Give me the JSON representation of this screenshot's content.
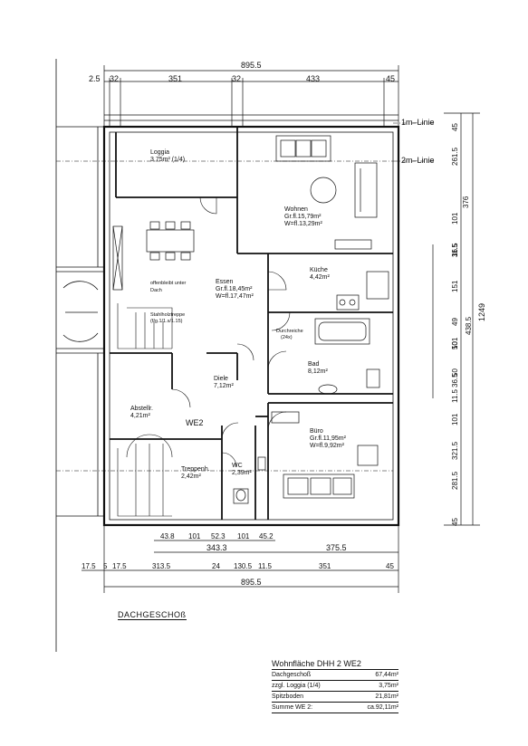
{
  "dims_top": {
    "overall": "895.5",
    "segments": [
      "2.5",
      "32",
      "351",
      "32",
      "433",
      "45"
    ]
  },
  "dims_right": {
    "outer": [
      "45",
      "261.5",
      "376",
      "101",
      "36.5",
      "11.5",
      "151",
      "49",
      "50",
      "101",
      "50",
      "36.5",
      "11.5",
      "101",
      "321.5",
      "281.5",
      "45"
    ],
    "mid": [
      "438.5"
    ],
    "overall": "1249"
  },
  "dims_bottom1": [
    "43.8",
    "101",
    "52.3",
    "101",
    "45.2"
  ],
  "dims_bottom2": [
    "343.3",
    "375.5"
  ],
  "dims_bottom3": [
    "17.5",
    "5",
    "17.5",
    "313.5",
    "24",
    "130.5",
    "11.5",
    "351",
    "45"
  ],
  "dims_bottom_overall": "895.5",
  "lines": {
    "line1": "1m–Linie",
    "line2": "2m–Linie"
  },
  "rooms": {
    "loggia": {
      "name": "Loggia",
      "area": "3,75m² (1/4)"
    },
    "wohnen": {
      "name": "Wohnen",
      "gr": "Gr.fl.15,79m²",
      "w": "W=fl.13,29m²"
    },
    "essen": {
      "name": "Essen",
      "gr": "Gr.fl.18,45m²",
      "w": "W=fl.17,47m²"
    },
    "offen": {
      "name": "offenbleibt unter",
      "sub": "Dach"
    },
    "stahl": {
      "name": "Stahlholztreppe",
      "sub": "(f/g.1/1.s/1.15)"
    },
    "kueche": {
      "name": "Küche",
      "area": "4,42m²"
    },
    "diele": {
      "name": "Diele",
      "area": "7,12m²"
    },
    "bad": {
      "name": "Bad",
      "area": "8,12m²"
    },
    "durchreiche": {
      "name": "Durchreiche",
      "sub": "(24x)"
    },
    "abstellr": {
      "name": "Abstellr.",
      "area": "4,21m²"
    },
    "we": {
      "name": "WE2"
    },
    "treppenh": {
      "name": "Treppenh.",
      "area": "2,42m²"
    },
    "wc": {
      "name": "WC",
      "area": "2,39m²"
    },
    "buero": {
      "name": "Büro",
      "gr": "Gr.fl.11,95m²",
      "w": "W=fl.9,92m²"
    }
  },
  "caption": "DACHGESCHOß",
  "table": {
    "title": "Wohnfläche DHH 2 WE2",
    "rows": [
      {
        "label": "Dachgeschoß",
        "value": "67,44m²"
      },
      {
        "label": "zzgl. Loggia (1/4)",
        "value": "3,75m²"
      },
      {
        "label": "Spitzboden",
        "value": "21,81m²"
      },
      {
        "label": "Summe WE 2:",
        "value": "ca.92,11m²"
      }
    ]
  }
}
